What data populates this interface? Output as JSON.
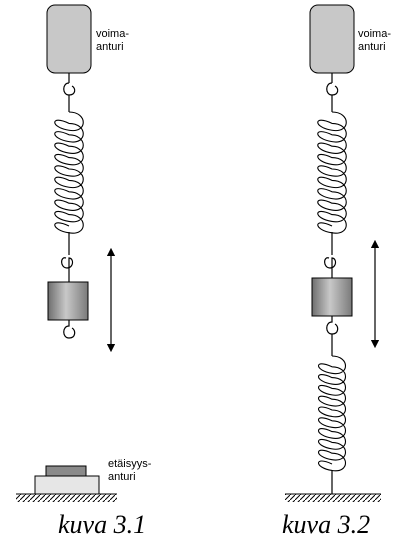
{
  "figure_1": {
    "sensor_label": "voima-\nanturi",
    "distance_sensor_label": "etäisyys-\nanturi",
    "caption": "kuva 3.1"
  },
  "figure_2": {
    "sensor_label": "voima-\nanturi",
    "caption": "kuva 3.2"
  },
  "colors": {
    "sensor_fill": "#c8c8c8",
    "mass_fill": "#9a9a9a",
    "line": "#000000"
  }
}
